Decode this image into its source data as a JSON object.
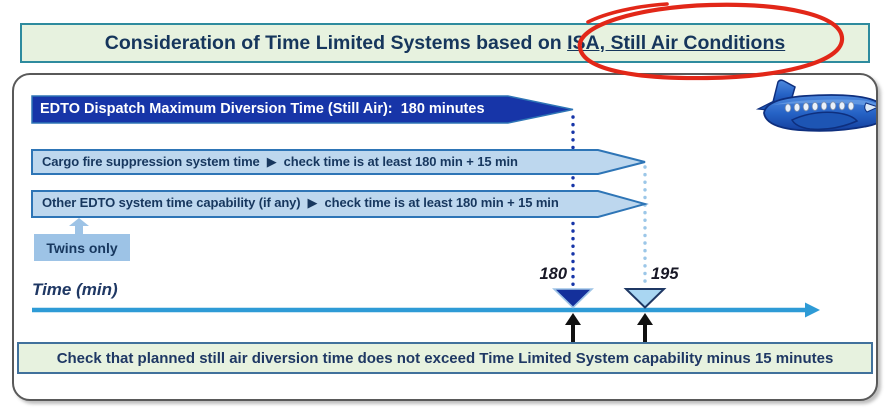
{
  "title": {
    "prefix": "Consideration of Time Limited Systems based on ",
    "underlined": "ISA, Still Air Conditions"
  },
  "diagram": {
    "edto_banner_label": "EDTO Dispatch Maximum Diversion Time (Still Air):  180 minutes",
    "cargo_arrow_label": "Cargo fire suppression system time  ▶  check time is at least 180 min + 15 min",
    "other_arrow_label": "Other EDTO system time capability (if any)  ▶  check time is at least 180 min + 15 min",
    "twins_label": "Twins only",
    "time_axis_label": "Time (min)",
    "marker_180": "180",
    "marker_195": "195",
    "footer_note": "Check that planned still air diversion time does not exceed Time Limited System capability minus 15 minutes"
  },
  "icons": {
    "airplane": "airplane-icon",
    "red_annotation": "hand-drawn-red-ellipse",
    "arrow_bullet": "right-pointer-triangle"
  },
  "colors": {
    "dark_banner_fill": "#1735a8",
    "light_arrow_fill": "#bdd7ee",
    "arrow_border": "#2e75b6",
    "twins_fill": "#9dc3e6",
    "timeline": "#2e9bd6",
    "dark_triangle": "#14309b",
    "light_triangle": "#a9d6f2",
    "green_box_fill": "#e7f2df",
    "title_border": "#2e8b9e",
    "footer_border": "#41719c",
    "panel_border": "#595959",
    "navy_text": "#1f3864",
    "red_annotation": "#e22718"
  }
}
